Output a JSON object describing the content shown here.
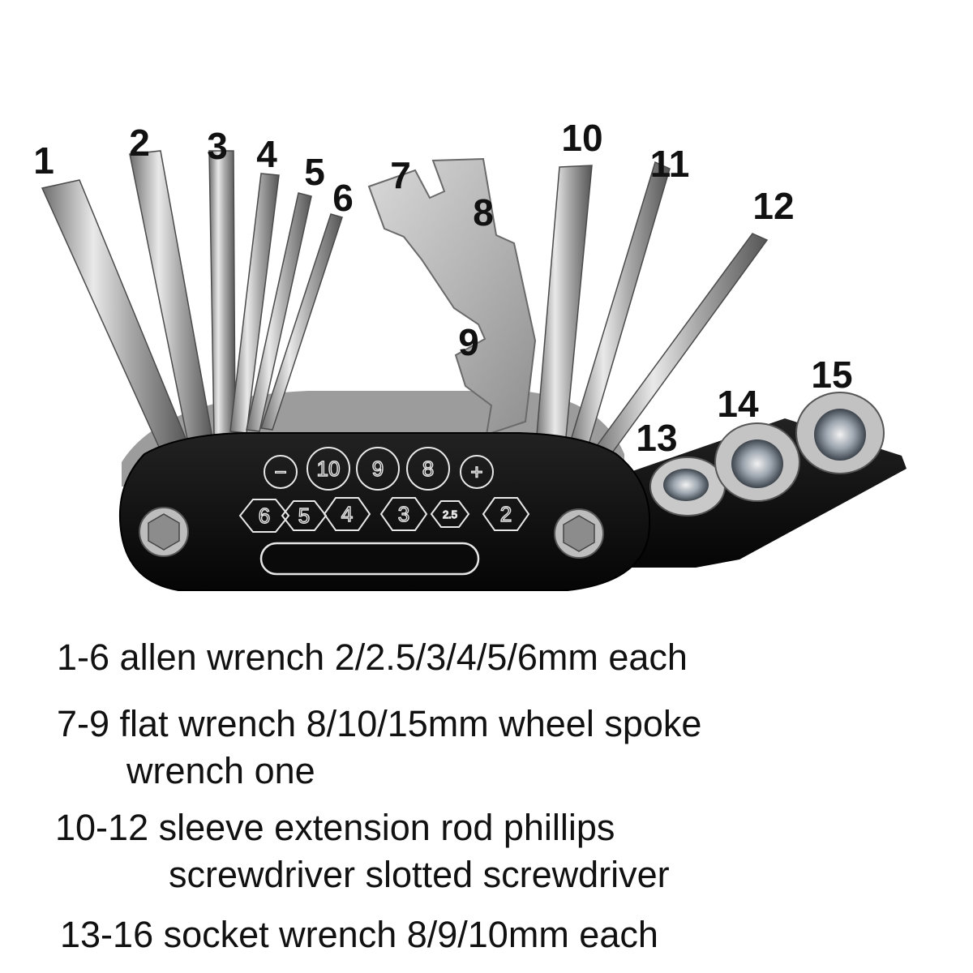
{
  "tool_numbers": [
    "1",
    "2",
    "3",
    "4",
    "5",
    "6",
    "7",
    "8",
    "9",
    "10",
    "11",
    "12",
    "13",
    "14",
    "15"
  ],
  "body_markings": {
    "top_row": [
      "−",
      "10",
      "9",
      "8",
      "+"
    ],
    "bottom_row": [
      "6",
      "5",
      "4",
      "3",
      "2.5",
      "2"
    ]
  },
  "descriptions": [
    {
      "line1": "1-6 allen wrench 2/2.5/3/4/5/6mm each",
      "line2": ""
    },
    {
      "line1": "7-9 flat wrench 8/10/15mm wheel spoke",
      "line2": "wrench one"
    },
    {
      "line1": "10-12 sleeve extension rod  phillips",
      "line2": "screwdriver  slotted screwdriver"
    },
    {
      "line1": "13-16 socket wrench 8/9/10mm each",
      "line2": ""
    }
  ],
  "colors": {
    "background": "#ffffff",
    "tool_body": "#0d0d0d",
    "steel": "#b7b7b7",
    "text": "#111111"
  }
}
